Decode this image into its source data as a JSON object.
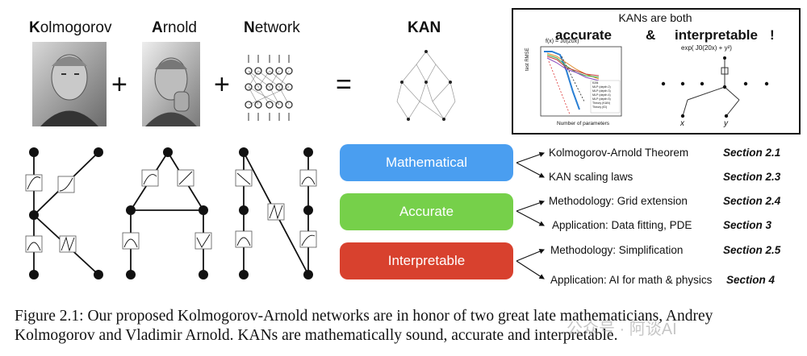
{
  "header": {
    "kolmogorov": {
      "initial": "K",
      "rest": "olmogorov"
    },
    "arnold": {
      "initial": "A",
      "rest": "rnold"
    },
    "network": {
      "initial": "N",
      "rest": "etwork"
    },
    "kan": "KAN",
    "plus": "+",
    "equals": "="
  },
  "inset": {
    "title": "KANs are both",
    "accurate": "accurate",
    "amp": "&",
    "interpretable": "interpretable",
    "bang": "!",
    "plot_title": "f(x) = J0(20x)",
    "ylabel": "test RMSE",
    "xlabel": "Number of parameters",
    "legend": [
      "KAN",
      "MLP (depth 2)",
      "MLP (depth 3)",
      "MLP (depth 4)",
      "MLP (depth 5)",
      "Theory (KAN)",
      "Theory (ID)"
    ],
    "formula": "exp( J0(20x) + y²)",
    "var_x": "x",
    "var_y": "y"
  },
  "pills": [
    {
      "label": "Mathematical",
      "color": "#4a9ef0"
    },
    {
      "label": "Accurate",
      "color": "#76d04a"
    },
    {
      "label": "Interpretable",
      "color": "#d8412e"
    }
  ],
  "refs": [
    {
      "text": "Kolmogorov-Arnold Theorem",
      "section": "Section 2.1"
    },
    {
      "text": "KAN scaling laws",
      "section": "Section 2.3"
    },
    {
      "text": "Methodology: Grid extension",
      "section": "Section 2.4"
    },
    {
      "text": "Application: Data fitting, PDE",
      "section": "Section 3"
    },
    {
      "text": "Methodology: Simplification",
      "section": "Section 2.5"
    },
    {
      "text": "Application: AI for math & physics",
      "section": "Section 4"
    }
  ],
  "caption": {
    "line1": "Figure 2.1: Our proposed Kolmogorov-Arnold networks are in honor of two great late mathematicians, Andrey",
    "line2": "Kolmogorov and Vladimir Arnold. KANs are mathematically sound, accurate and interpretable."
  },
  "watermark": "公众号 · 阿谈AI"
}
